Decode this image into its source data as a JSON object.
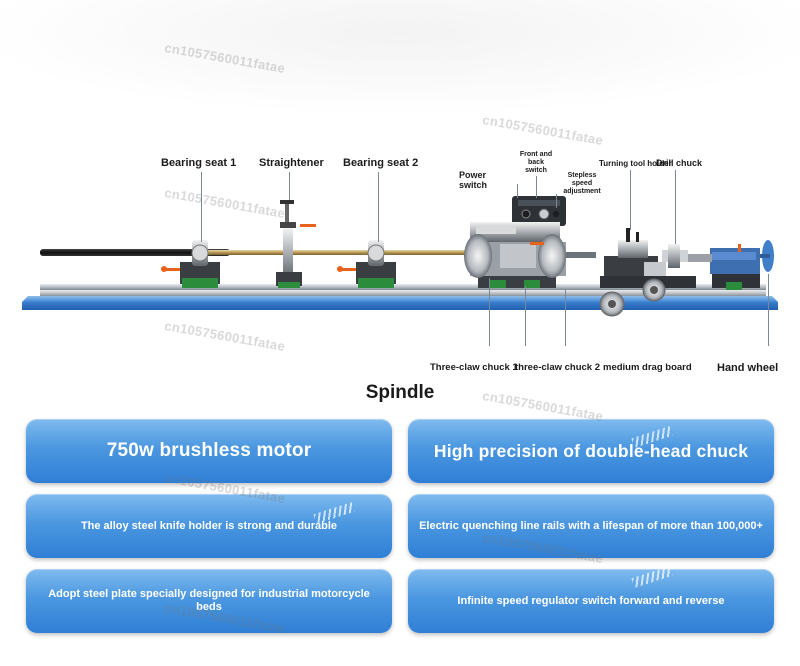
{
  "watermark": "cn1057560011fatae",
  "labels": {
    "bearing_seat_1": "Bearing seat 1",
    "straightener": "Straightener",
    "bearing_seat_2": "Bearing seat 2",
    "power_switch": "Power switch",
    "front_back_switch": "Front and back switch",
    "stepless_speed": "Stepless speed adjustment",
    "turning_tool_holder": "Turning tool holder",
    "drill_chuck": "Drill chuck",
    "three_claw_chuck_1": "Three-claw chuck 1",
    "three_claw_chuck_2": "three-claw chuck 2",
    "medium_drag_board": "medium drag board",
    "hand_wheel": "Hand wheel",
    "spindle": "Spindle"
  },
  "features": [
    "750w brushless motor",
    "High precision of double-head chuck",
    "The alloy steel knife holder is strong and durable",
    "Electric quenching line rails with a lifespan of more than 100,000+",
    "Adopt steel plate specially designed for industrial motorcycle beds",
    "Infinite speed regulator switch forward and reverse"
  ],
  "colors": {
    "card_top": "#7fbbef",
    "card_bottom": "#2f7fd6",
    "machine_base": "#3f86d4",
    "handle_orange": "#e8621a"
  }
}
